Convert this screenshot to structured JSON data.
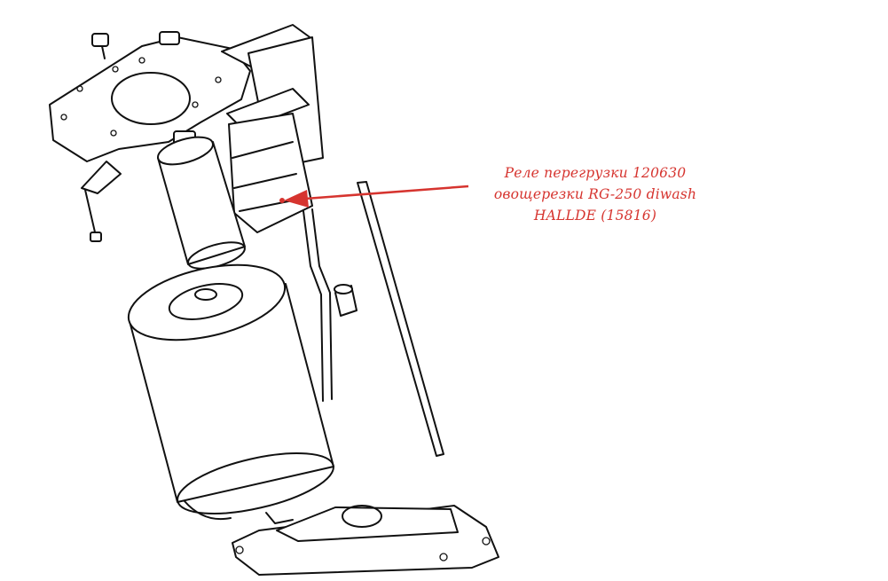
{
  "callout": {
    "line1": "Реле перегрузки 120630",
    "line2": "овощерезки RG-250 diwash",
    "line3": "HALLDE (15816)"
  },
  "colors": {
    "accent": "#d6342f",
    "line": "#111111",
    "background": "#ffffff"
  }
}
